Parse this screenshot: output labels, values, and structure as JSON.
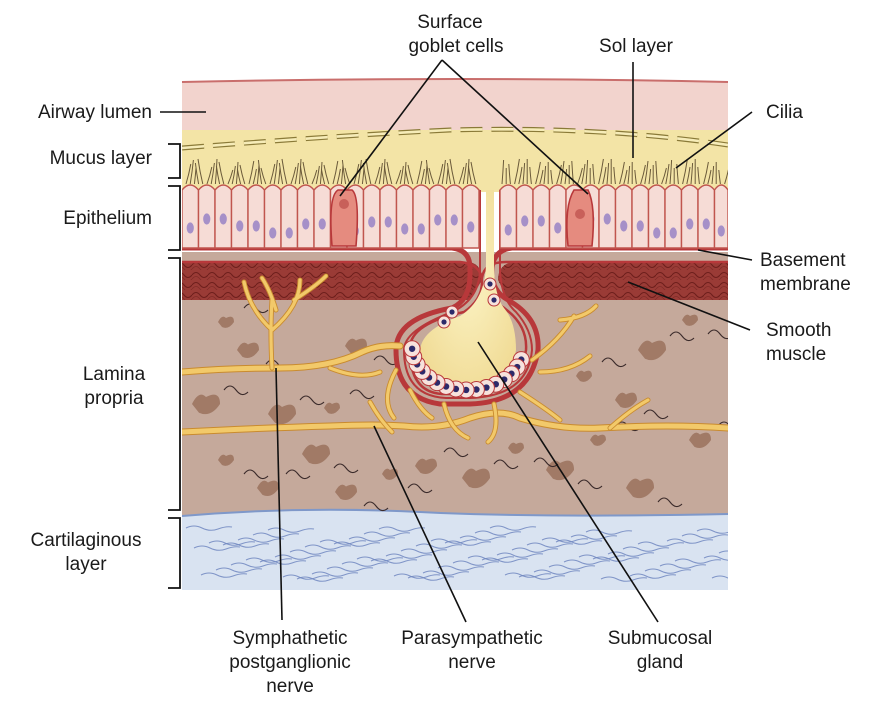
{
  "labels": {
    "surface_goblet_cells": [
      "Surface",
      "goblet cells"
    ],
    "sol_layer": [
      "Sol layer"
    ],
    "airway_lumen": [
      "Airway lumen"
    ],
    "cilia": [
      "Cilia"
    ],
    "mucus_layer": [
      "Mucus layer"
    ],
    "epithelium": [
      "Epithelium"
    ],
    "basement_membrane": [
      "Basement",
      "membrane"
    ],
    "smooth_muscle": [
      "Smooth",
      "muscle"
    ],
    "lamina_propria": [
      "Lamina",
      "propria"
    ],
    "cartilaginous_layer": [
      "Cartilaginous",
      "layer"
    ],
    "sympathetic_nerve": [
      "Symphathetic",
      "postganglionic",
      "nerve"
    ],
    "parasympathetic_nerve": [
      "Parasympathetic",
      "nerve"
    ],
    "submucosal_gland": [
      "Submucosal",
      "gland"
    ]
  },
  "colors": {
    "airway_lumen": "#f2d3cd",
    "mucus": "#f3e4a6",
    "epithelium": "#f6dcd6",
    "basement_membrane": "#b8383a",
    "smooth_muscle": "#9a3b36",
    "lamina_propria": "#c5a99b",
    "cartilage": "#d9e3f1",
    "nerve": "#f2c96a",
    "nucleus": "#a690c8"
  }
}
